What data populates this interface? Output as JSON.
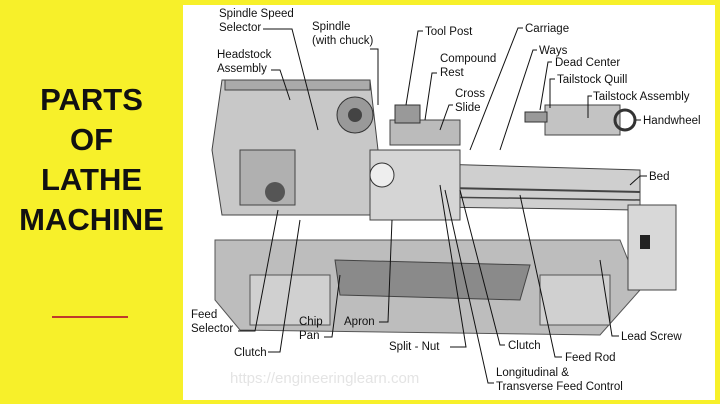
{
  "title": {
    "line1": "PARTS",
    "line2": "OF",
    "line3": "LATHE",
    "line4": "MACHINE"
  },
  "labels": {
    "spindle_speed_selector_1": "Spindle Speed",
    "spindle_speed_selector_2": "Selector",
    "spindle_1": "Spindle",
    "spindle_2": "(with chuck)",
    "headstock_1": "Headstock",
    "headstock_2": "Assembly",
    "tool_post": "Tool Post",
    "compound_1": "Compound",
    "compound_2": "Rest",
    "cross_1": "Cross",
    "cross_2": "Slide",
    "carriage": "Carriage",
    "ways": "Ways",
    "dead_center": "Dead Center",
    "tailstock_quill": "Tailstock Quill",
    "tailstock_assembly": "Tailstock Assembly",
    "handwheel": "Handwheel",
    "bed": "Bed",
    "feed_selector_1": "Feed",
    "feed_selector_2": "Selector",
    "clutch_left": "Clutch",
    "chip_1": "Chip",
    "chip_2": "Pan",
    "apron": "Apron",
    "split_nut": "Split - Nut",
    "clutch_right": "Clutch",
    "feed_rod": "Feed Rod",
    "lead_screw": "Lead Screw",
    "long_1": "Longitudinal &",
    "long_2": "Transverse Feed Control"
  },
  "watermark": "https://engineeringlearn.com"
}
